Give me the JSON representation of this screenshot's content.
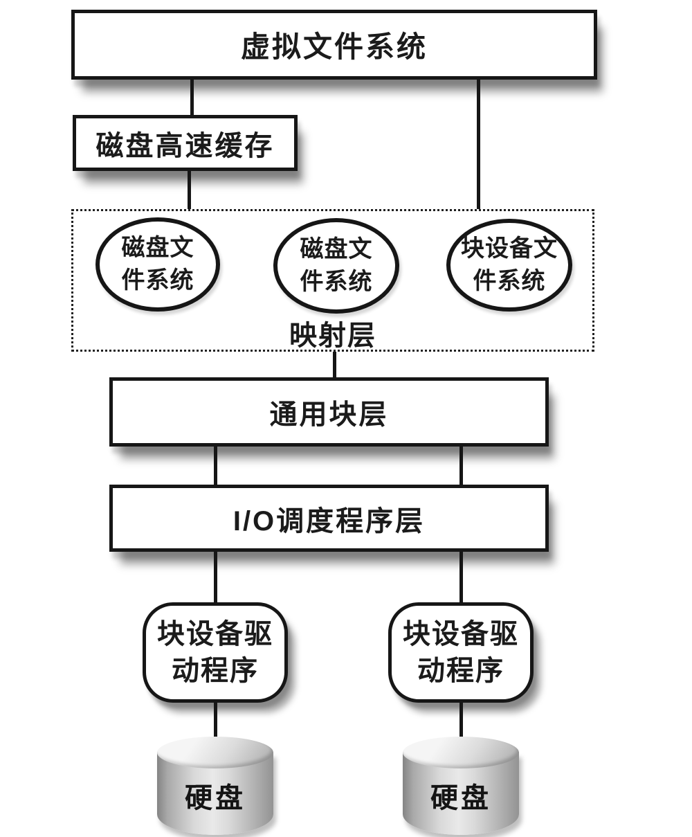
{
  "nodes": {
    "vfs": "虚拟文件系统",
    "disk_cache": "磁盘高速缓存",
    "fs1": {
      "line1": "磁盘文",
      "line2": "件系统"
    },
    "fs2": {
      "line1": "磁盘文",
      "line2": "件系统"
    },
    "fs3": {
      "line1": "块设备文",
      "line2": "件系统"
    },
    "mapping": "映射层",
    "generic_block": "通用块层",
    "io_scheduler": "I/O调度程序层",
    "driver1": {
      "line1": "块设备驱",
      "line2": "动程序"
    },
    "driver2": {
      "line1": "块设备驱",
      "line2": "动程序"
    },
    "disk1": "硬盘",
    "disk2": "硬盘"
  },
  "colors": {
    "background": "#ffffff",
    "line": "#161616",
    "text": "#1b1b1b",
    "shadow": "#a9a9a9",
    "cylinder_dark": "#848484",
    "cylinder_light": "#e9e9e9"
  }
}
